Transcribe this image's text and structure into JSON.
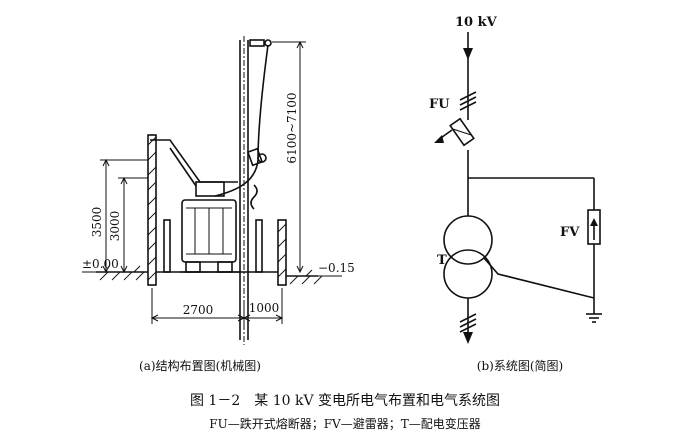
{
  "mechanical": {
    "subcaption": "(a)结构布置图(机械图)",
    "dims": {
      "height_3500": "3500",
      "height_3000": "3000",
      "pole_height": "6100~7100",
      "ground_level": "±0.00",
      "floor_level": "−0.15",
      "width_2700": "2700",
      "width_1000": "1000"
    }
  },
  "system": {
    "subcaption": "(b)系统图(简图)",
    "voltage": "10 kV",
    "fuse_label": "FU",
    "arrester_label": "FV",
    "transformer_label": "T"
  },
  "caption": {
    "title": "图 1－2　某 10 kV 变电所电气布置和电气系统图",
    "legend": "FU—跌开式熔断器；FV—避雷器；T—配电变压器"
  }
}
